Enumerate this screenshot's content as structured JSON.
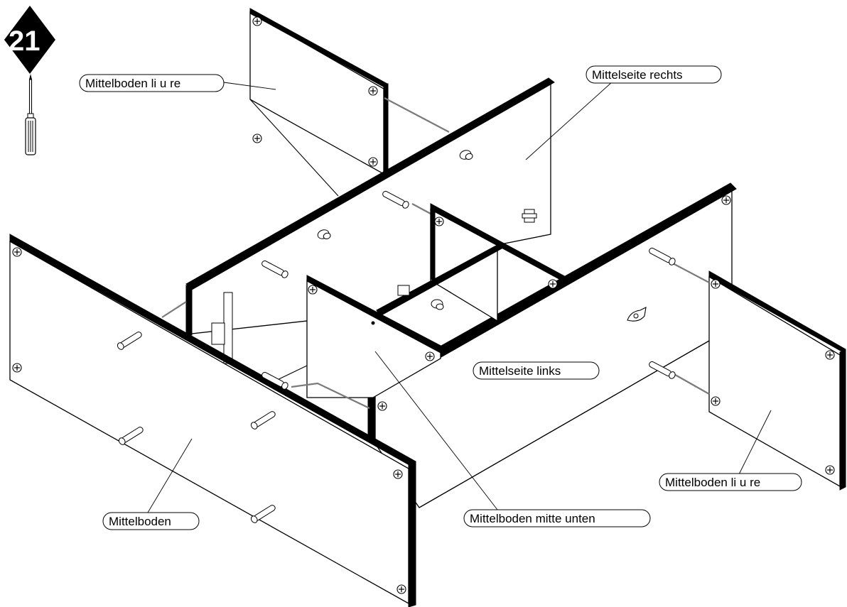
{
  "step": {
    "number": "21"
  },
  "icons": {
    "tool": "screwdriver-icon"
  },
  "labels": {
    "mittelboden_top": "Mittelboden li u re",
    "mittelseite_rechts": "Mittelseite rechts",
    "mittelseite_links": "Mittelseite links",
    "mittelboden_right": "Mittelboden li u re",
    "mittelboden_mitte_unten": "Mittelboden mitte unten",
    "mittelboden_front": "Mittelboden"
  },
  "colors": {
    "ink": "#000000",
    "paper": "#ffffff",
    "guide": "#7a7a7a"
  }
}
